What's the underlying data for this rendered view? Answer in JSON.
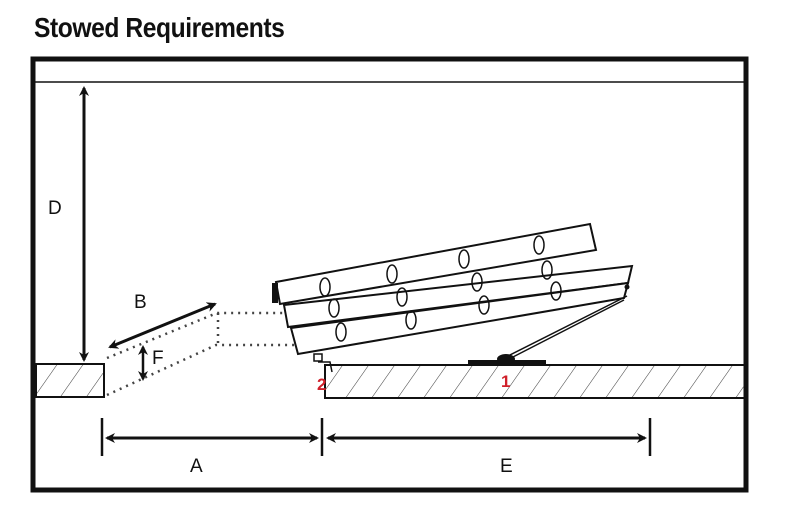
{
  "title": "Stowed Requirements",
  "dimension_labels": {
    "a": "A",
    "b": "B",
    "d": "D",
    "e": "E",
    "f": "F"
  },
  "callouts": {
    "one": "1",
    "two": "2"
  },
  "colors": {
    "line": "#111111",
    "callout": "#d0202a"
  }
}
